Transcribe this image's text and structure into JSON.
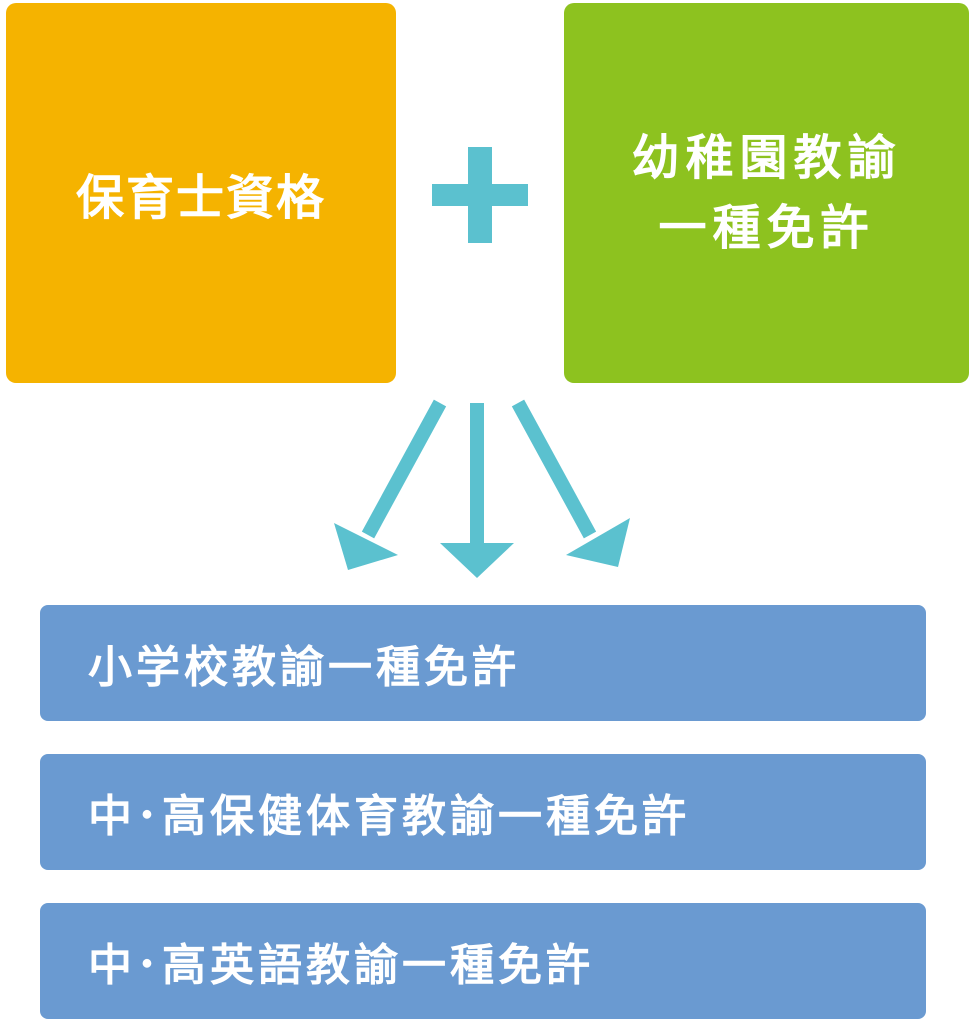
{
  "colors": {
    "orange": "#f5b300",
    "green": "#8dc21f",
    "teal": "#5bc1cf",
    "blue": "#6a9ad1"
  },
  "source_boxes": [
    {
      "lines": [
        "保育士資格"
      ]
    },
    {
      "lines": [
        "幼稚園教諭",
        "一種免許"
      ]
    }
  ],
  "results": [
    {
      "label": "小学校教諭一種免許"
    },
    {
      "label": "中･高保健体育教諭一種免許"
    },
    {
      "label": "中･高英語教諭一種免許"
    }
  ]
}
